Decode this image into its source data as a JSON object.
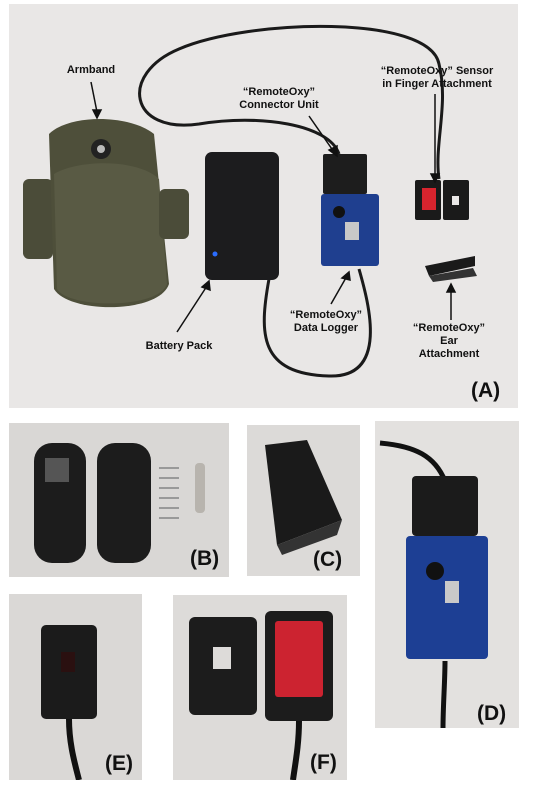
{
  "panels": {
    "A": {
      "tag": "(A)",
      "labels": {
        "armband": "Armband",
        "connector_unit_line1": "“RemoteOxy”",
        "connector_unit_line2": "Connector Unit",
        "finger_sensor_line1": "“RemoteOxy” Sensor",
        "finger_sensor_line2": "in Finger Attachment",
        "battery_pack": "Battery Pack",
        "data_logger_line1": "“RemoteOxy”",
        "data_logger_line2": "Data Logger",
        "ear_attachment_line1": "“RemoteOxy”",
        "ear_attachment_line2": "Ear",
        "ear_attachment_line3": "Attachment"
      }
    },
    "B": {
      "tag": "(B)"
    },
    "C": {
      "tag": "(C)"
    },
    "D": {
      "tag": "(D)"
    },
    "E": {
      "tag": "(E)"
    },
    "F": {
      "tag": "(F)"
    }
  }
}
